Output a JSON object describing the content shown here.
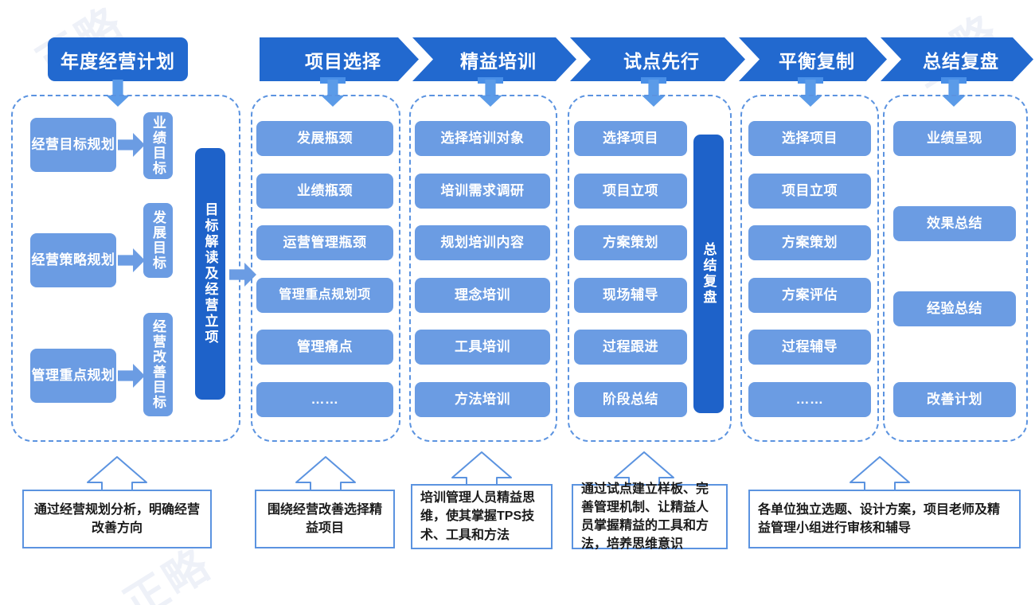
{
  "title_block": {
    "label": "年度经营计划"
  },
  "headers": [
    {
      "label": "项目选择"
    },
    {
      "label": "精益培训"
    },
    {
      "label": "试点先行"
    },
    {
      "label": "平衡复制"
    },
    {
      "label": "总结复盘"
    }
  ],
  "column1": {
    "left_items": [
      {
        "label": "经营目标规划"
      },
      {
        "label": "经营策略规划"
      },
      {
        "label": "管理重点规划"
      }
    ],
    "right_items": [
      {
        "label": "业绩目标"
      },
      {
        "label": "发展目标"
      },
      {
        "label": "经营改善目标"
      }
    ],
    "summary_bar": {
      "label": "目标解读及经营立项"
    }
  },
  "column2": {
    "items": [
      {
        "label": "发展瓶颈"
      },
      {
        "label": "业绩瓶颈"
      },
      {
        "label": "运营管理瓶颈"
      },
      {
        "label": "管理重点规划项"
      },
      {
        "label": "管理痛点"
      },
      {
        "label": "……"
      }
    ]
  },
  "column3": {
    "items": [
      {
        "label": "选择培训对象"
      },
      {
        "label": "培训需求调研"
      },
      {
        "label": "规划培训内容"
      },
      {
        "label": "理念培训"
      },
      {
        "label": "工具培训"
      },
      {
        "label": "方法培训"
      }
    ]
  },
  "column4": {
    "items": [
      {
        "label": "选择项目"
      },
      {
        "label": "项目立项"
      },
      {
        "label": "方案策划"
      },
      {
        "label": "现场辅导"
      },
      {
        "label": "过程跟进"
      },
      {
        "label": "阶段总结"
      }
    ],
    "summary_bar": {
      "label": "总结复盘"
    }
  },
  "column5": {
    "items": [
      {
        "label": "选择项目"
      },
      {
        "label": "项目立项"
      },
      {
        "label": "方案策划"
      },
      {
        "label": "方案评估"
      },
      {
        "label": "过程辅导"
      },
      {
        "label": "……"
      }
    ]
  },
  "column6": {
    "items": [
      {
        "label": "业绩呈现"
      },
      {
        "label": "效果总结"
      },
      {
        "label": "经验总结"
      },
      {
        "label": "改善计划"
      }
    ]
  },
  "captions": [
    {
      "text": "通过经营规划分析，明确经营改善方向"
    },
    {
      "text": "围绕经营改善选择精益项目"
    },
    {
      "text": "培训管理人员精益思维，使其掌握TPS技术、工具和方法"
    },
    {
      "text": "通过试点建立样板、完善管理机制、让精益人员掌握精益的工具和方法，培养思维意识"
    },
    {
      "text": "各单位独立选题、设计方案，项目老师及精益管理小组进行审核和辅导"
    }
  ],
  "colors": {
    "header_blue": "#2269cf",
    "pill_blue": "#6b9ce3",
    "dark_blue": "#1e62c9",
    "dash_border": "#5b93e0",
    "arrow_blue": "#5b9be8"
  },
  "watermarks": [
    {
      "text": "正略"
    },
    {
      "text": "正略"
    },
    {
      "text": "正略"
    }
  ]
}
